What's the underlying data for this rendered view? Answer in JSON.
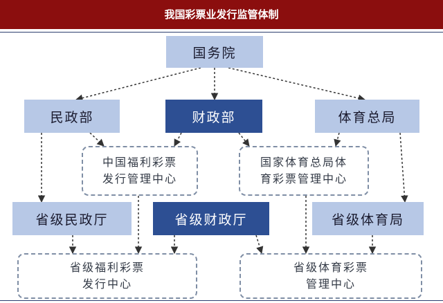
{
  "header": {
    "title": "我国彩票业发行监管体制"
  },
  "nodes": {
    "state_council": "国务院",
    "civil_affairs": "民政部",
    "finance": "财政部",
    "sports_admin": "体育总局",
    "welfare_center": [
      "中国福利彩票",
      "发行管理中心"
    ],
    "sports_center": [
      "国家体育总局体",
      "育彩票管理中心"
    ],
    "prov_civil": "省级民政厅",
    "prov_finance": "省级财政厅",
    "prov_sports": "省级体育局",
    "prov_welfare_center": [
      "省级福利彩票",
      "发行中心"
    ],
    "prov_sports_center": [
      "省级体育彩票",
      "管理中心"
    ]
  },
  "colors": {
    "title_bg": "#8b0e0e",
    "light_box": "#b7c8e6",
    "dark_box": "#2d4f93",
    "connector": "#333333"
  }
}
